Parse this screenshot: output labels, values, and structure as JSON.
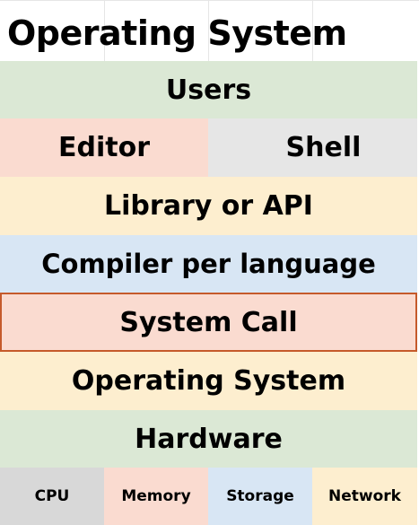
{
  "title": "Operating System",
  "layers": {
    "users": {
      "label": "Users",
      "color": "#dbe8d5"
    },
    "editor": {
      "label": "Editor",
      "color": "#fadbd0"
    },
    "shell": {
      "label": "Shell",
      "color": "#e6e6e6"
    },
    "library": {
      "label": "Library or API",
      "color": "#fdeecf"
    },
    "compiler": {
      "label": "Compiler per language",
      "color": "#d8e6f4"
    },
    "system_call": {
      "label": "System Call",
      "color": "#fadbd0",
      "border_color": "#c55a2b"
    },
    "operating_system": {
      "label": "Operating System",
      "color": "#fdeecf"
    },
    "hardware": {
      "label": "Hardware",
      "color": "#dbe8d5"
    }
  },
  "resources": [
    {
      "label": "CPU",
      "color": "#d8d8d8"
    },
    {
      "label": "Memory",
      "color": "#fadbd0"
    },
    {
      "label": "Storage",
      "color": "#d8e6f4"
    },
    {
      "label": "Network",
      "color": "#fdeecf"
    }
  ]
}
